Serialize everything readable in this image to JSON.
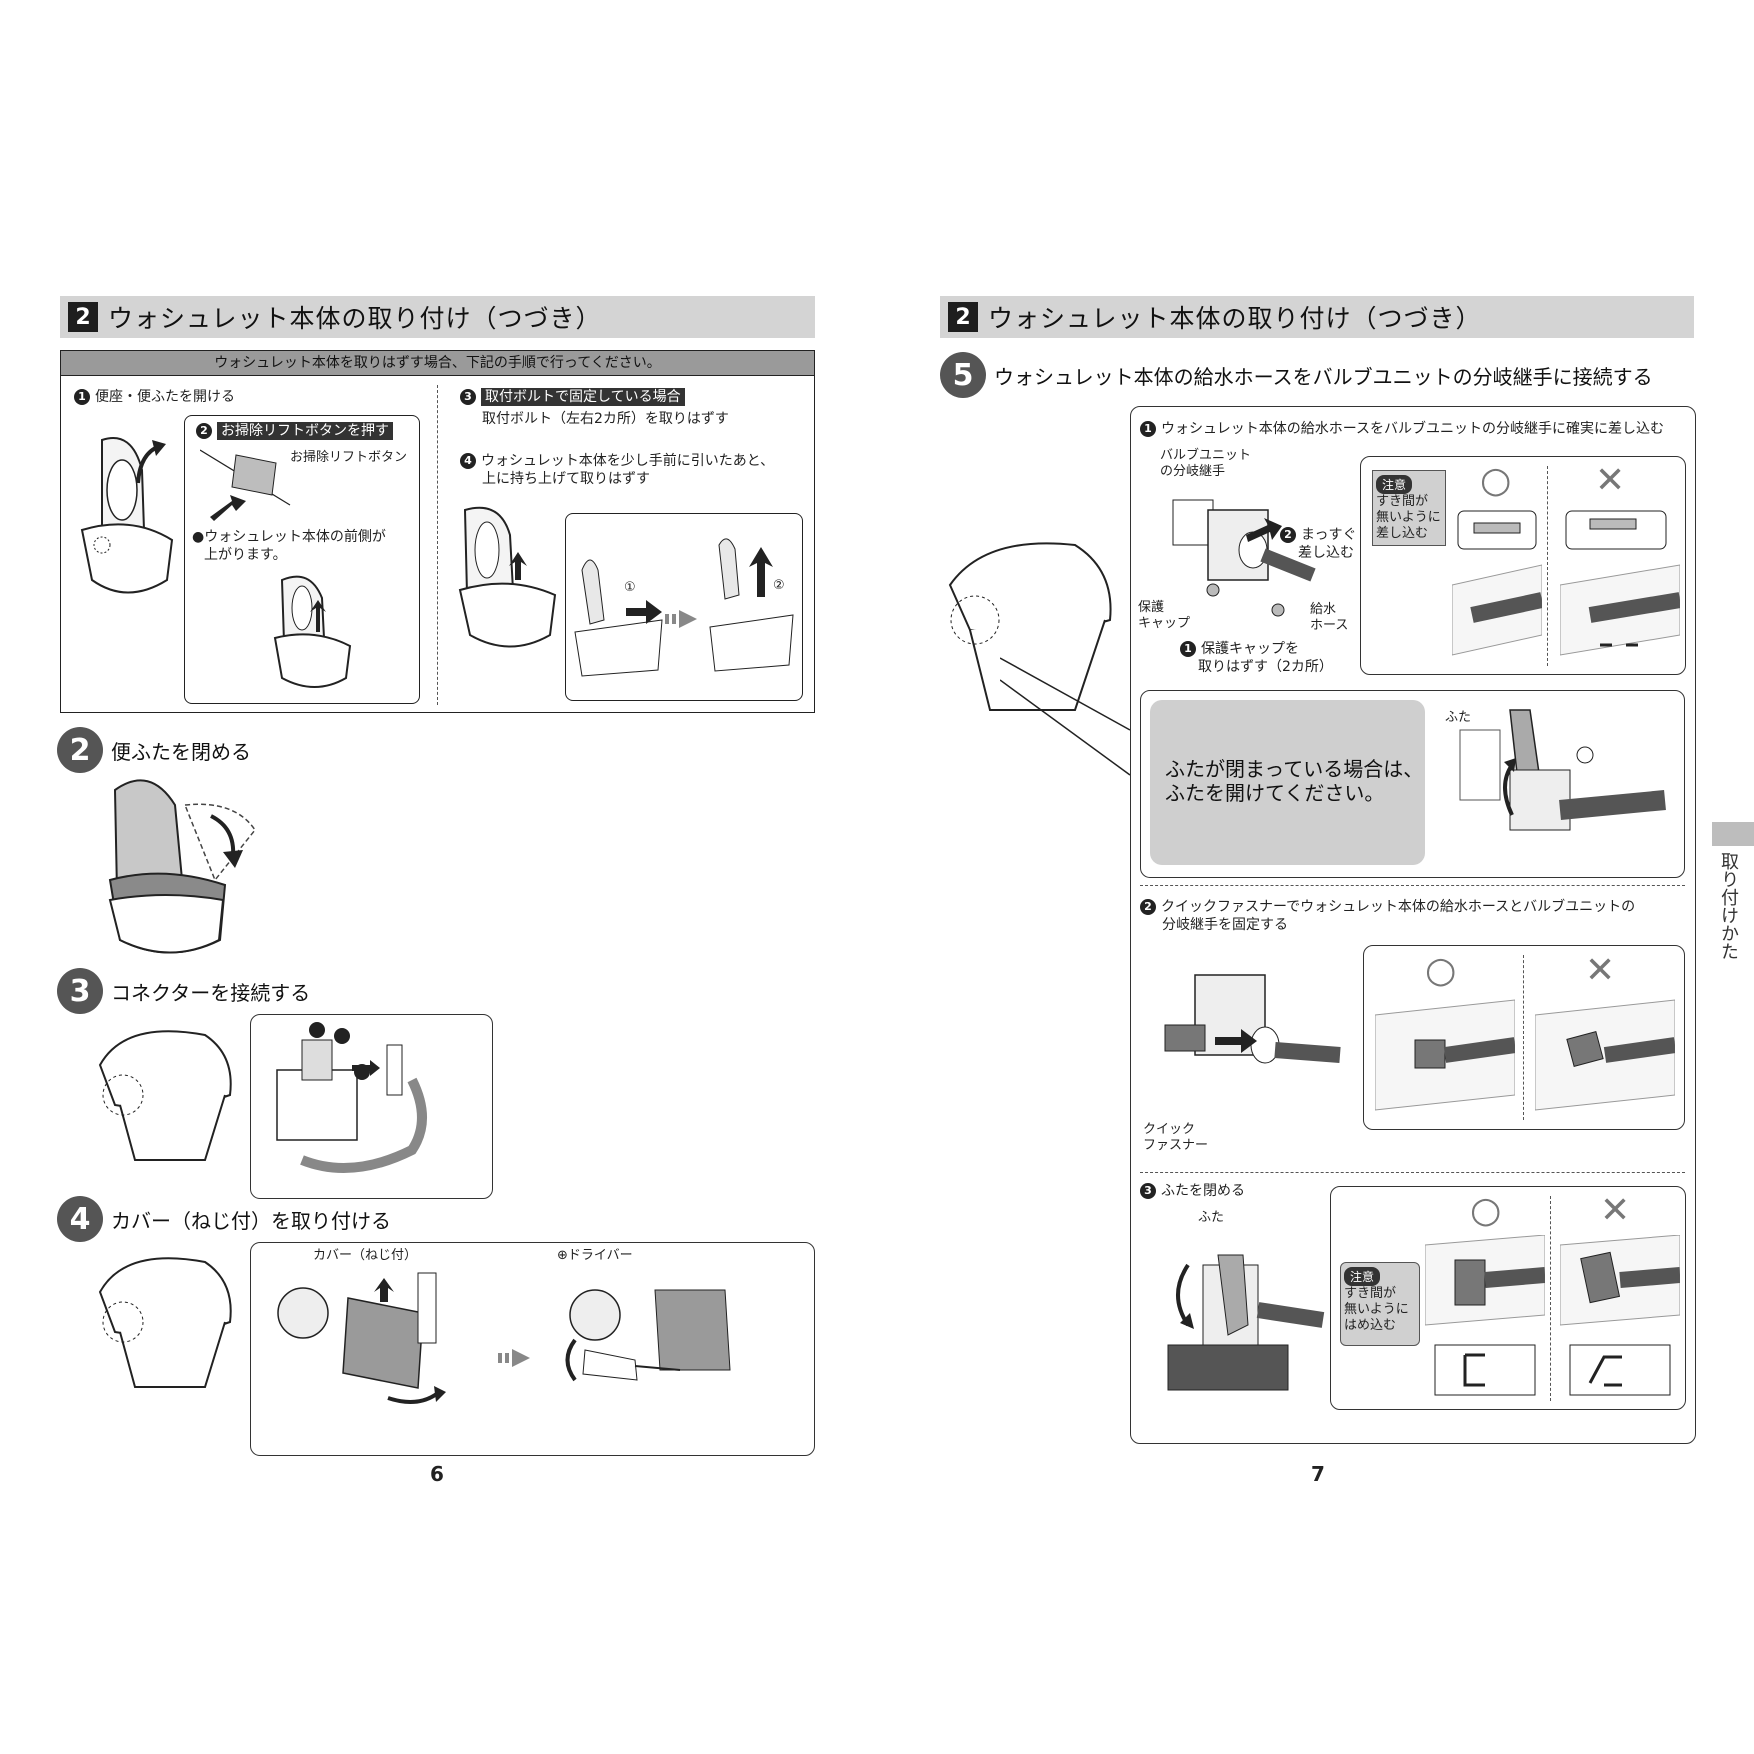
{
  "left": {
    "section_num": "2",
    "section_title": "ウォシュレット本体の取り付け（つづき）",
    "removal_header": "ウォシュレット本体を取りはずす場合、下記の手順で行ってください。",
    "r1_num": "1",
    "r1_text": "便座・便ふたを開ける",
    "r2_num": "2",
    "r2_text": "お掃除リフトボタンを押す",
    "r2_label": "お掃除リフトボタン",
    "r2_note_l1": "●ウォシュレット本体の前側が",
    "r2_note_l2": "上がります。",
    "r3_num": "3",
    "r3_text": "取付ボルトで固定している場合",
    "r3_sub": "取付ボルト（左右2カ所）を取りはずす",
    "r4_num": "4",
    "r4_l1": "ウォシュレット本体を少し手前に引いたあと、",
    "r4_l2": "上に持ち上げて取りはずす",
    "mark1": "①",
    "mark2": "②",
    "step2_num": "2",
    "step2_title": "便ふたを閉める",
    "step3_num": "3",
    "step3_title": "コネクターを接続する",
    "step4_num": "4",
    "step4_title": "カバー（ねじ付）を取り付ける",
    "s4_label_cover": "カバー（ねじ付）",
    "s4_label_driver": "⊕ドライバー",
    "page_number": "6"
  },
  "right": {
    "section_num": "2",
    "section_title": "ウォシュレット本体の取り付け（つづき）",
    "step5_num": "5",
    "step5_title": "ウォシュレット本体の給水ホースをバルブユニットの分岐継手に接続する",
    "sub1_num": "1",
    "sub1_text": "ウォシュレット本体の給水ホースをバルブユニットの分岐継手に確実に差し込む",
    "lbl_valve_l1": "バルブユニット",
    "lbl_valve_l2": "の分岐継手",
    "lbl_straight_l1": "まっすぐ",
    "lbl_straight_l2": "差し込む",
    "lbl_cap_l1": "保護",
    "lbl_cap_l2": "キャップ",
    "lbl_hose_l1": "給水",
    "lbl_hose_l2": "ホース",
    "lbl_remove_cap_l1": "保護キャップを",
    "lbl_remove_cap_l2": "取りはずす（2カ所）",
    "caution": "注意",
    "caution1_l1": "すき間が",
    "caution1_l2": "無いように",
    "caution1_l3": "差し込む",
    "ok": "○",
    "ng": "✕",
    "lid_note_l1": "ふたが閉まっている場合は、",
    "lid_note_l2": "ふたを開けてください。",
    "lbl_lid": "ふた",
    "sub2_num": "2",
    "sub2_l1": "クイックファスナーでウォシュレット本体の給水ホースとバルブユニットの",
    "sub2_l2": "分岐継手を固定する",
    "lbl_quick_l1": "クイック",
    "lbl_quick_l2": "ファスナー",
    "sub3_num": "3",
    "sub3_text": "ふたを閉める",
    "caution3_l1": "すき間が",
    "caution3_l2": "無いように",
    "caution3_l3": "はめ込む",
    "side_tab": "取り付けかた",
    "page_number": "7"
  }
}
